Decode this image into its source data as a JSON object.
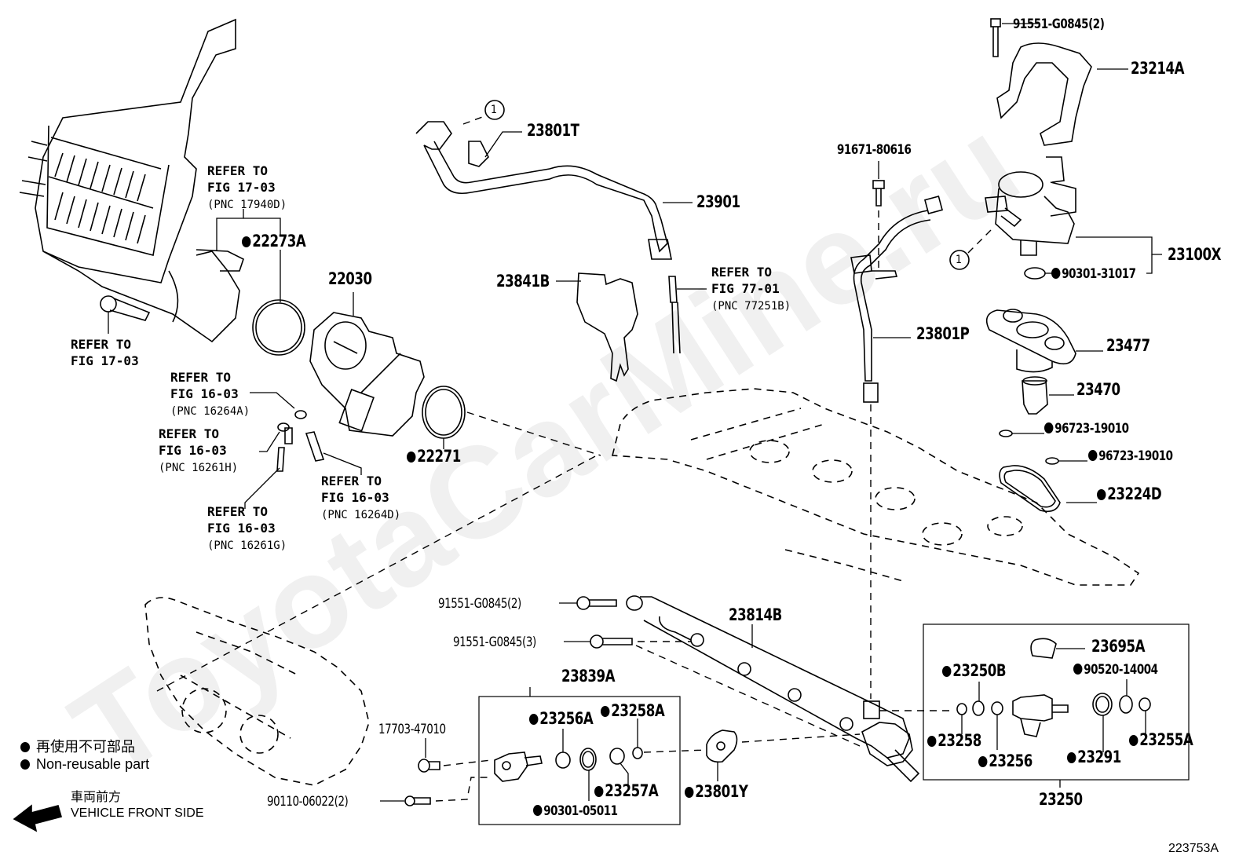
{
  "diagram": {
    "watermark": "ToyotaCarMine.ru",
    "figure_code": "223753A",
    "legend": {
      "non_reusable_jp": "再使用不可部品",
      "non_reusable_en": "Non-reusable part",
      "front_jp": "車両前方",
      "front_en": "VEHICLE FRONT SIDE",
      "front_icon": "arrow-left-icon"
    },
    "parts": [
      {
        "id": "p91551_g0845_2_top",
        "label": "91551-G0845(2)",
        "non_reusable": false
      },
      {
        "id": "p23214A",
        "label": "23214A",
        "non_reusable": false
      },
      {
        "id": "p23801T",
        "label": "23801T",
        "non_reusable": false
      },
      {
        "id": "p23901",
        "label": "23901",
        "non_reusable": false
      },
      {
        "id": "p91671_80616",
        "label": "91671-80616",
        "non_reusable": false
      },
      {
        "id": "p23100X",
        "label": "23100X",
        "non_reusable": false
      },
      {
        "id": "p90301_31017",
        "label": "90301-31017",
        "non_reusable": true
      },
      {
        "id": "p22273A",
        "label": "22273A",
        "non_reusable": true
      },
      {
        "id": "p22030",
        "label": "22030",
        "non_reusable": false
      },
      {
        "id": "p23841B",
        "label": "23841B",
        "non_reusable": false
      },
      {
        "id": "p23801P",
        "label": "23801P",
        "non_reusable": false
      },
      {
        "id": "p23477",
        "label": "23477",
        "non_reusable": false
      },
      {
        "id": "p23470",
        "label": "23470",
        "non_reusable": false
      },
      {
        "id": "p96723_19010_a",
        "label": "96723-19010",
        "non_reusable": true
      },
      {
        "id": "p96723_19010_b",
        "label": "96723-19010",
        "non_reusable": true
      },
      {
        "id": "p23224D",
        "label": "23224D",
        "non_reusable": true
      },
      {
        "id": "p22271",
        "label": "22271",
        "non_reusable": true
      },
      {
        "id": "p91551_g0845_2",
        "label": "91551-G0845(2)",
        "non_reusable": false
      },
      {
        "id": "p91551_g0845_3",
        "label": "91551-G0845(3)",
        "non_reusable": false
      },
      {
        "id": "p23814B",
        "label": "23814B",
        "non_reusable": false
      },
      {
        "id": "p23839A",
        "label": "23839A",
        "non_reusable": false
      },
      {
        "id": "p17703_47010",
        "label": "17703-47010",
        "non_reusable": false
      },
      {
        "id": "p90110_06022_2",
        "label": "90110-06022(2)",
        "non_reusable": false
      },
      {
        "id": "p23256A",
        "label": "23256A",
        "non_reusable": true
      },
      {
        "id": "p23258A",
        "label": "23258A",
        "non_reusable": true
      },
      {
        "id": "p23257A",
        "label": "23257A",
        "non_reusable": true
      },
      {
        "id": "p90301_05011",
        "label": "90301-05011",
        "non_reusable": true
      },
      {
        "id": "p23801Y",
        "label": "23801Y",
        "non_reusable": true
      },
      {
        "id": "p23695A",
        "label": "23695A",
        "non_reusable": false
      },
      {
        "id": "p23250B",
        "label": "23250B",
        "non_reusable": true
      },
      {
        "id": "p90520_14004",
        "label": "90520-14004",
        "non_reusable": true
      },
      {
        "id": "p23258",
        "label": "23258",
        "non_reusable": true
      },
      {
        "id": "p23256",
        "label": "23256",
        "non_reusable": true
      },
      {
        "id": "p23291",
        "label": "23291",
        "non_reusable": true
      },
      {
        "id": "p23255A",
        "label": "23255A",
        "non_reusable": true
      },
      {
        "id": "p23250",
        "label": "23250",
        "non_reusable": false
      }
    ],
    "references": [
      {
        "id": "ref_17_03_pnc",
        "line1": "REFER TO",
        "line2": "FIG 17-03",
        "pnc": "(PNC 17940D)"
      },
      {
        "id": "ref_17_03",
        "line1": "REFER TO",
        "line2": "FIG 17-03",
        "pnc": ""
      },
      {
        "id": "ref_16_03_a",
        "line1": "REFER TO",
        "line2": "FIG 16-03",
        "pnc": "(PNC 16264A)"
      },
      {
        "id": "ref_16_03_h",
        "line1": "REFER TO",
        "line2": "FIG 16-03",
        "pnc": "(PNC 16261H)"
      },
      {
        "id": "ref_16_03_g",
        "line1": "REFER TO",
        "line2": "FIG 16-03",
        "pnc": "(PNC 16261G)"
      },
      {
        "id": "ref_16_03_d",
        "line1": "REFER TO",
        "line2": "FIG 16-03",
        "pnc": "(PNC 16264D)"
      },
      {
        "id": "ref_77_01",
        "line1": "REFER TO",
        "line2": "FIG 77-01",
        "pnc": "(PNC 77251B)"
      }
    ],
    "callout_marker": "1"
  }
}
